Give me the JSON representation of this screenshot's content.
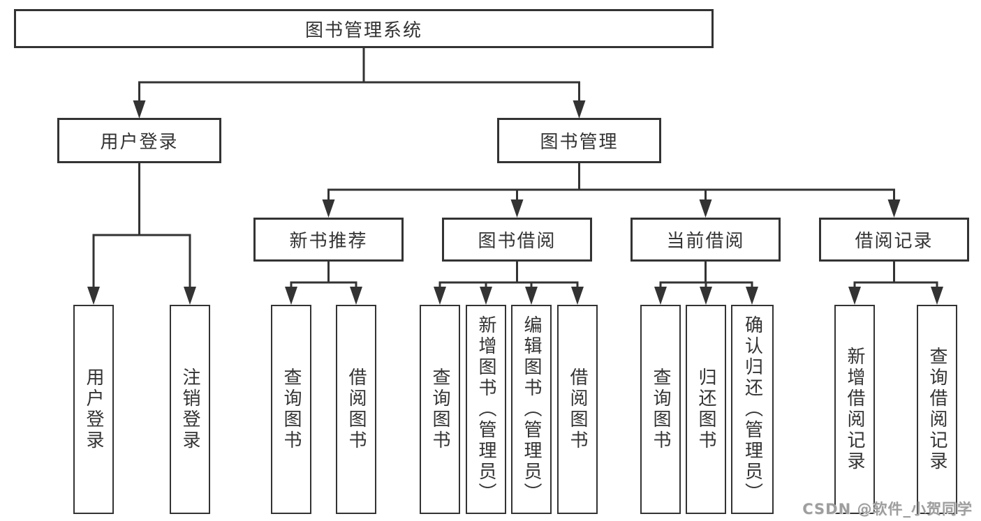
{
  "tree": {
    "label": "图书管理系统",
    "children": [
      {
        "label": "用户登录",
        "children": [
          {
            "label": "用户登录"
          },
          {
            "label": "注销登录"
          }
        ]
      },
      {
        "label": "图书管理",
        "children": [
          {
            "label": "新书推荐",
            "children": [
              {
                "label": "查询图书"
              },
              {
                "label": "借阅图书"
              }
            ]
          },
          {
            "label": "图书借阅",
            "children": [
              {
                "label": "查询图书"
              },
              {
                "label": "新增图书（管理员）"
              },
              {
                "label": "编辑图书（管理员）"
              },
              {
                "label": "借阅图书"
              }
            ]
          },
          {
            "label": "当前借阅",
            "children": [
              {
                "label": "查询图书"
              },
              {
                "label": "归还图书"
              },
              {
                "label": "确认归还（管理员）"
              }
            ]
          },
          {
            "label": "借阅记录",
            "children": [
              {
                "label": "新增借阅记录"
              },
              {
                "label": "查询借阅记录"
              }
            ]
          }
        ]
      }
    ]
  },
  "watermark": {
    "text": "CSDN @软件_小贺同学"
  },
  "colors": {
    "line": "#333333",
    "node_text": "#333333",
    "node_fill": "#ffffff",
    "watermark_text": "#9e9e9e",
    "background": "#ffffff"
  }
}
